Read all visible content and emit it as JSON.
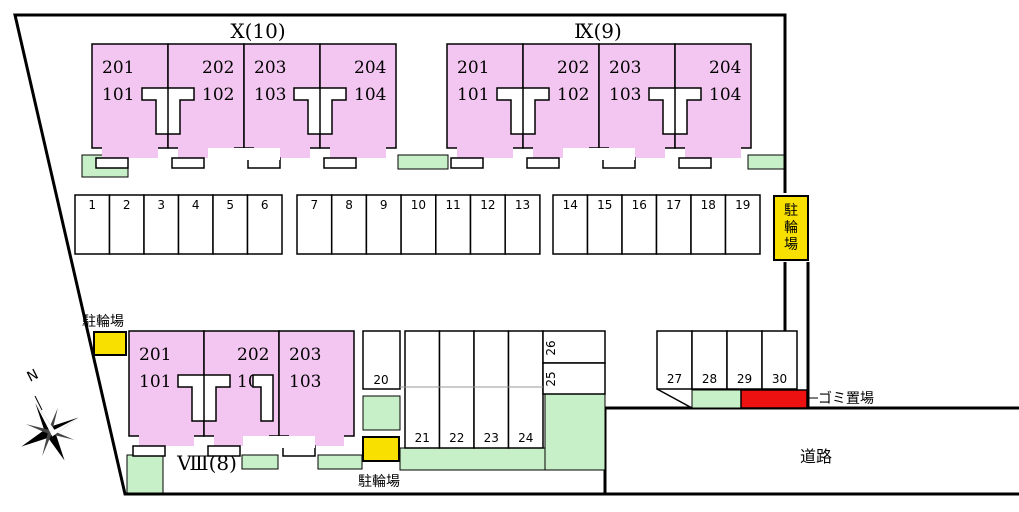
{
  "buildings": [
    {
      "id": "x",
      "title": "Ⅹ(10)",
      "units": [
        {
          "upper": "201",
          "lower": "101"
        },
        {
          "upper": "202",
          "lower": "102"
        },
        {
          "upper": "203",
          "lower": "103"
        },
        {
          "upper": "204",
          "lower": "104"
        }
      ]
    },
    {
      "id": "ix",
      "title": "Ⅸ(9)",
      "units": [
        {
          "upper": "201",
          "lower": "101"
        },
        {
          "upper": "202",
          "lower": "102"
        },
        {
          "upper": "203",
          "lower": "103"
        },
        {
          "upper": "204",
          "lower": "104"
        }
      ]
    },
    {
      "id": "viii",
      "title": "Ⅷ(8)",
      "units": [
        {
          "upper": "201",
          "lower": "101"
        },
        {
          "upper": "202",
          "lower": "102"
        },
        {
          "upper": "203",
          "lower": "103"
        }
      ]
    }
  ],
  "parking_rows": [
    {
      "id": "row-a",
      "spaces": [
        "1",
        "2",
        "3",
        "4",
        "5",
        "6"
      ]
    },
    {
      "id": "row-b",
      "spaces": [
        "7",
        "8",
        "9",
        "10",
        "11",
        "12",
        "13"
      ]
    },
    {
      "id": "row-c",
      "spaces": [
        "14",
        "15",
        "16",
        "17",
        "18",
        "19"
      ]
    },
    {
      "id": "row-d",
      "spaces": [
        "21",
        "22",
        "23",
        "24"
      ]
    },
    {
      "id": "row-e",
      "spaces": [
        "27",
        "28",
        "29",
        "30"
      ]
    }
  ],
  "single_spaces": [
    "20",
    "25",
    "26"
  ],
  "labels": {
    "bike_parking": "駐輪場",
    "bike_parking_vertical": [
      "駐",
      "輪",
      "場"
    ],
    "garbage": "ゴミ置場",
    "road": "道路",
    "north": "N"
  },
  "colors": {
    "building": "#f2c6f0",
    "green": "#c8f0c8",
    "bike": "#f8e000",
    "garbage": "#ee1111",
    "line": "#000000"
  }
}
